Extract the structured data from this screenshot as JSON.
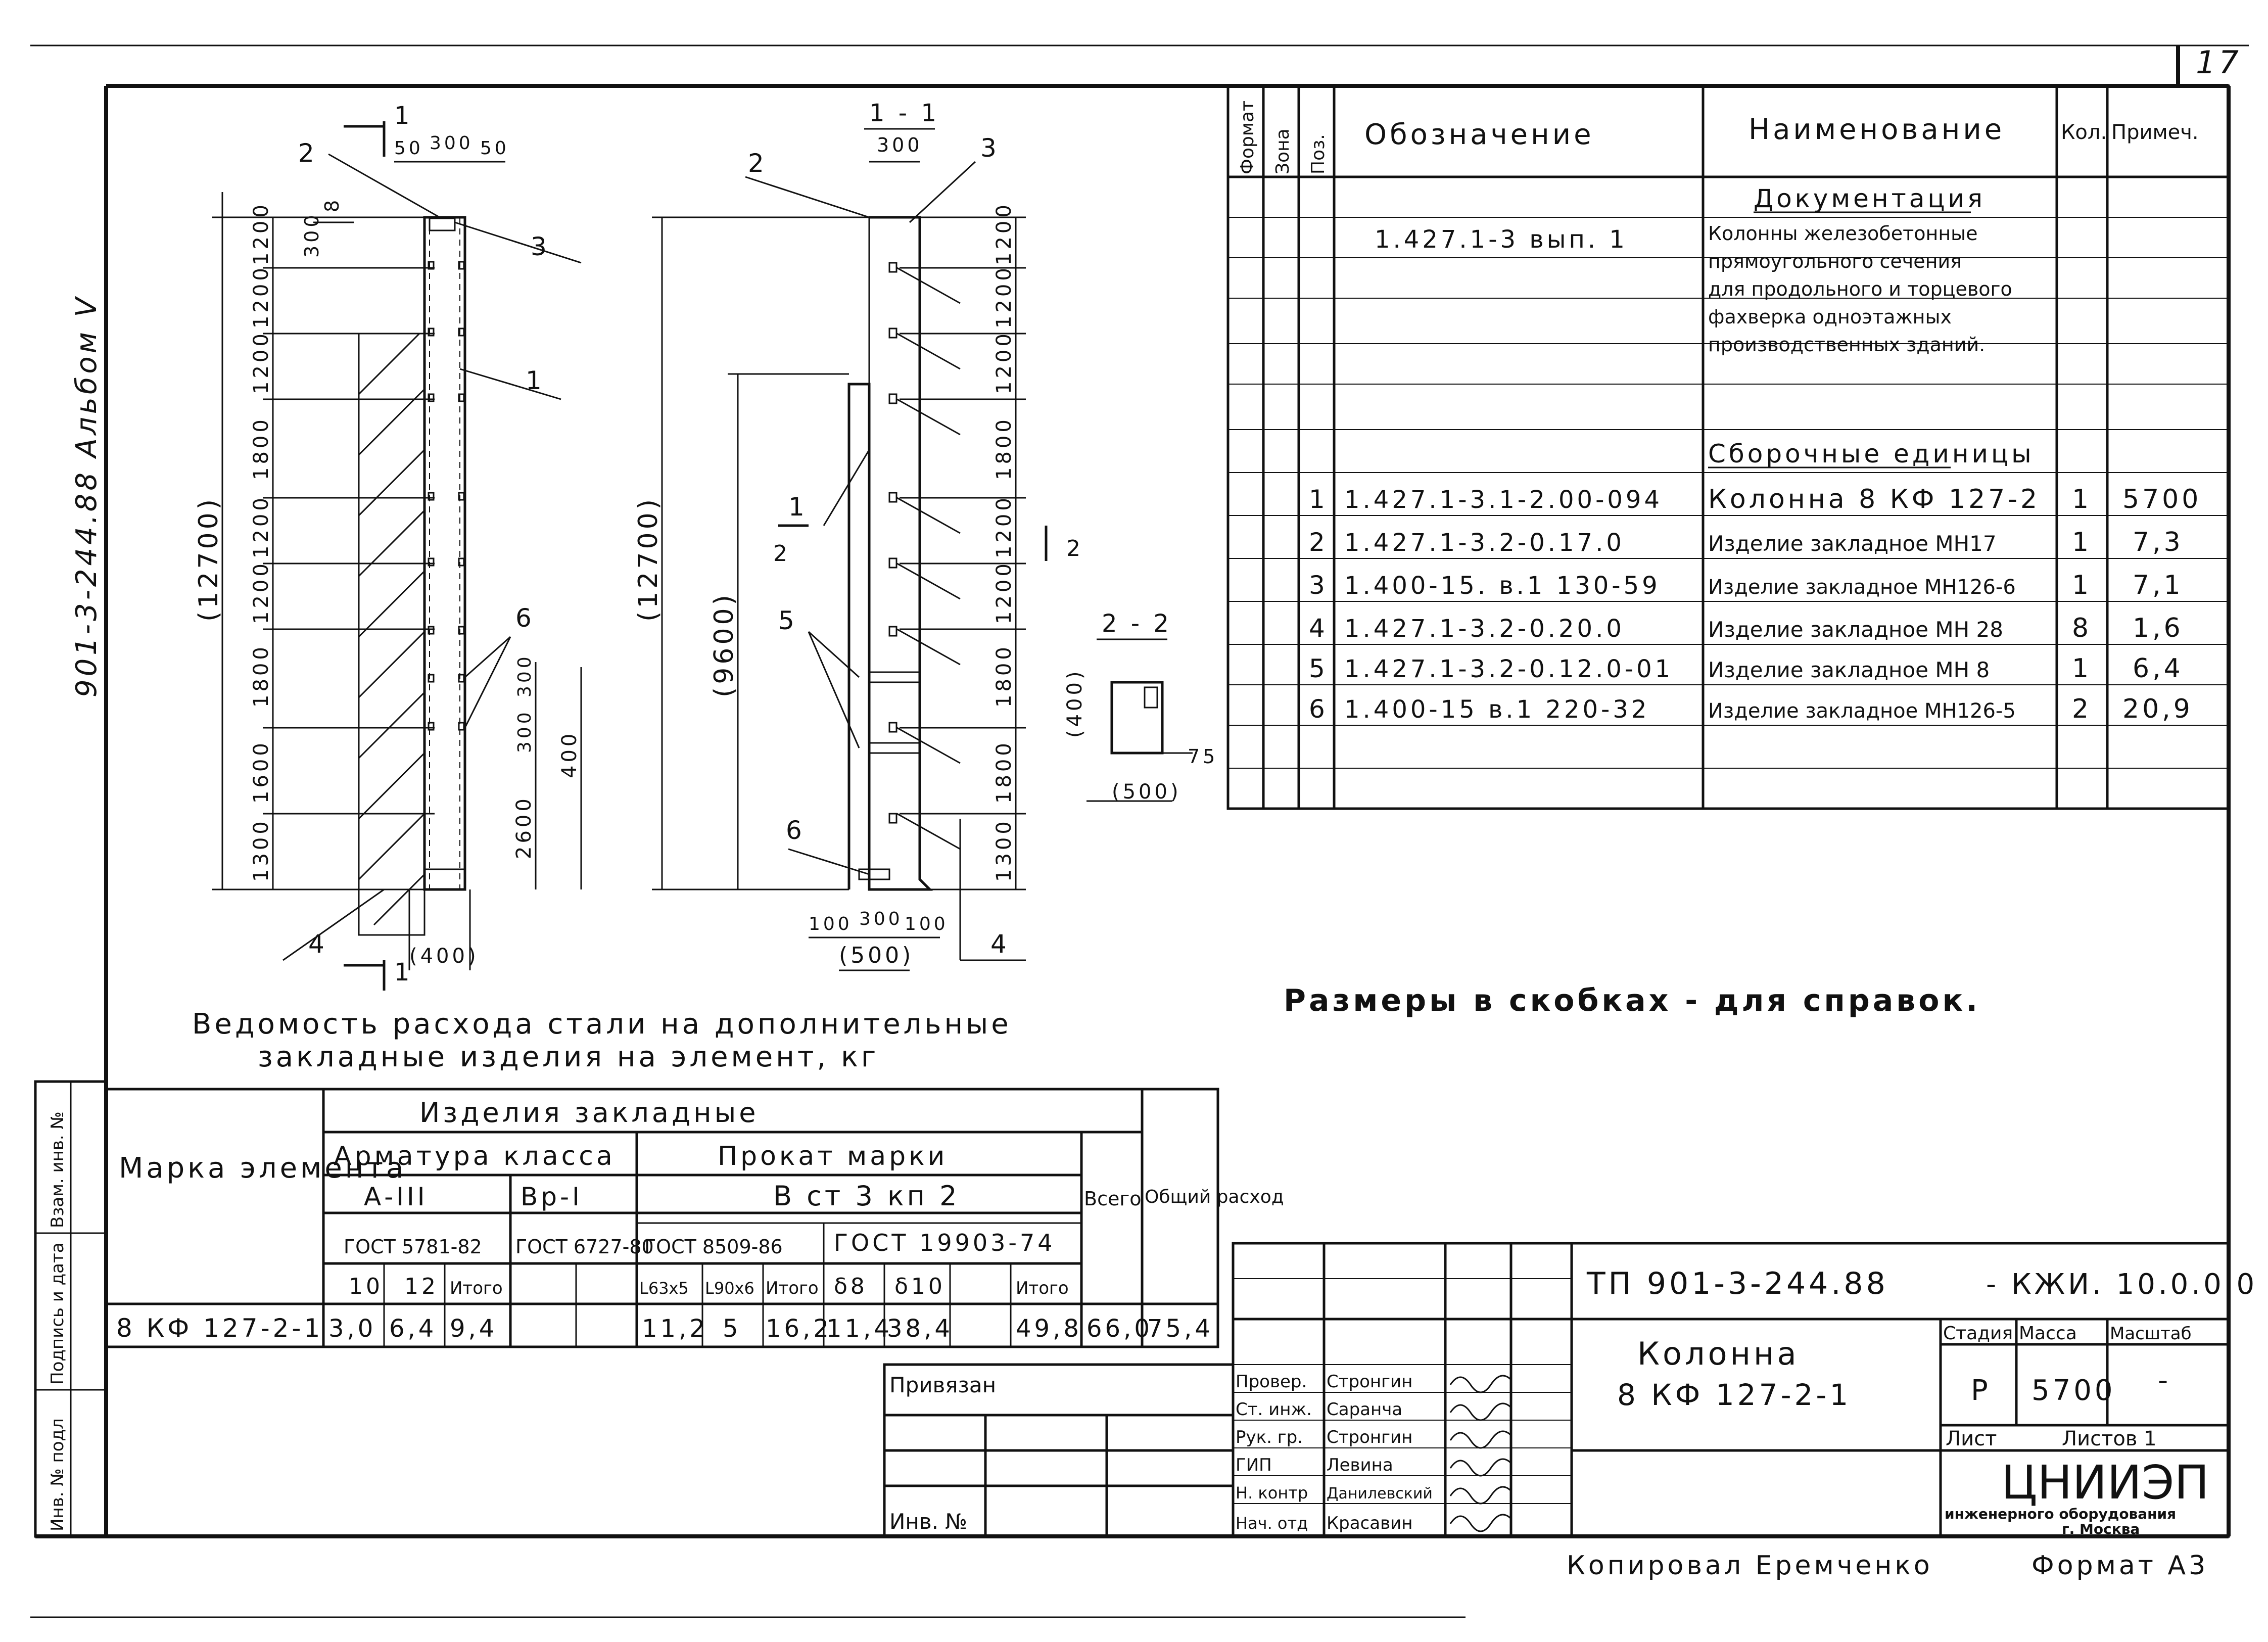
{
  "sheet": {
    "page_number": "17",
    "album_stamp": "901-3-244.88 Альбом V",
    "format": "Формат А3",
    "copied_by": "Копировал Еремченко",
    "note": "Размеры в скобках - для справок."
  },
  "drawings": {
    "side_view": {
      "section_mark_top": "1",
      "section_mark_bottom": "1",
      "dims_top": [
        "50",
        "300",
        "50"
      ],
      "spacing": [
        "1200",
        "1200",
        "1200",
        "1800",
        "1200",
        "1200",
        "1800",
        "1600",
        "1300"
      ],
      "total_height": "(12700)",
      "top_offset": [
        "300",
        "8"
      ],
      "lower_dims": [
        "300",
        "300",
        "2600",
        "400"
      ],
      "bottom_width": "(400)",
      "callouts": [
        "1",
        "2",
        "3",
        "4",
        "6"
      ]
    },
    "section_view": {
      "title": "1 - 1",
      "top_width": "300",
      "spacing": [
        "1200",
        "1200",
        "1200",
        "1800",
        "1200",
        "1200",
        "1800",
        "1800",
        "1300"
      ],
      "total_height": "(12700)",
      "inner_height": "(9600)",
      "bottom_dims": [
        "100",
        "300",
        "100"
      ],
      "bottom_width": "(500)",
      "cut_mark": "2",
      "callouts": [
        "1",
        "2",
        "3",
        "4",
        "5",
        "6"
      ]
    },
    "section_2_2": {
      "title": "2 - 2",
      "height": "(400)",
      "width": "(500)",
      "offset": "75"
    }
  },
  "spec_table": {
    "headers": {
      "format": "Формат",
      "zone": "Зона",
      "pos": "Поз.",
      "designation": "Обозначение",
      "name": "Наименование",
      "qty": "Кол.",
      "note": "Примеч."
    },
    "doc_section": "Документация",
    "doc_designation": "1.427.1-3   вып. 1",
    "doc_name_lines": [
      "Колонны железобетонные",
      "прямоугольного сечения",
      "для продольного и торцевого",
      "фахверка одноэтажных",
      "производственных зданий."
    ],
    "assembly_section": "Сборочные единицы",
    "rows": [
      {
        "pos": "1",
        "designation": "1.427.1-3.1-2.00-094",
        "name": "Колонна  8 КФ 127-2",
        "qty": "1",
        "note": "5700"
      },
      {
        "pos": "2",
        "designation": "1.427.1-3.2-0.17.0",
        "name": "Изделие закладное МН17",
        "qty": "1",
        "note": "7,3"
      },
      {
        "pos": "3",
        "designation": "1.400-15. в.1  130-59",
        "name": "Изделие закладное МН126-6",
        "qty": "1",
        "note": "7,1"
      },
      {
        "pos": "4",
        "designation": "1.427.1-3.2-0.20.0",
        "name": "Изделие закладное МН 28",
        "qty": "8",
        "note": "1,6"
      },
      {
        "pos": "5",
        "designation": "1.427.1-3.2-0.12.0-01",
        "name": "Изделие закладное МН 8",
        "qty": "1",
        "note": "6,4"
      },
      {
        "pos": "6",
        "designation": "1.400-15 в.1  220-32",
        "name": "Изделие закладное МН126-5",
        "qty": "2",
        "note": "20,9"
      }
    ]
  },
  "steel_table": {
    "title_line1": "Ведомость расхода стали на дополнительные",
    "title_line2": "закладные изделия на элемент, кг",
    "mark_header": "Марка элемента",
    "group_header": "Изделия закладные",
    "rebar_header": "Арматура класса",
    "rolled_header": "Прокат марки",
    "class_a3": "А-III",
    "class_vp1": "Вр-I",
    "steel_grade": "В ст 3 кп 2",
    "gost_a3": "ГОСТ 5781-82",
    "gost_vp1": "ГОСТ 6727-80",
    "gost_angle": "ГОСТ 8509-86",
    "gost_plate": "ГОСТ 19903-74",
    "total_header": "Всего",
    "grand_total_header": "Общий расход",
    "sub_headers": [
      "10",
      "12",
      "Итого",
      "",
      "",
      "L63x5",
      "L90x6",
      "Итого",
      "δ8",
      "δ10",
      "",
      "Итого"
    ],
    "row": {
      "mark": "8 КФ 127-2-1",
      "values": [
        "3,0",
        "6,4",
        "9,4",
        "",
        "",
        "11,2",
        "5",
        "16,2",
        "11,4",
        "38,4",
        "",
        "49,8"
      ],
      "total": "66,0",
      "grand_total": "75,4"
    }
  },
  "title_block": {
    "doc_code": "ТП 901-3-244.88",
    "doc_suffix": "- КЖИ. 10.0.0.0",
    "object_line1": "Колонна",
    "object_line2": "8 КФ 127-2-1",
    "stage_label": "Стадия",
    "mass_label": "Масса",
    "scale_label": "Масштаб",
    "stage": "Р",
    "mass": "5700",
    "scale": "-",
    "sheet_label": "Лист",
    "sheets_label": "Листов 1",
    "org_name": "ЦНИИЭП",
    "org_sub": "инженерного оборудования",
    "org_city": "г. Москва",
    "bound_label": "Привязан",
    "inv_label": "Инв. №",
    "roles": [
      {
        "role": "Провер.",
        "name": "Стронгин"
      },
      {
        "role": "Ст. инж.",
        "name": "Саранча"
      },
      {
        "role": "Рук. гр.",
        "name": "Стронгин"
      },
      {
        "role": "ГИП",
        "name": "Левина"
      },
      {
        "role": "Н. контр",
        "name": "Данилевский"
      },
      {
        "role": "Нач. отд",
        "name": "Красавин"
      }
    ],
    "side_stamp": [
      "Инв. № подл",
      "Подпись и дата",
      "Взам. инв. №"
    ]
  }
}
